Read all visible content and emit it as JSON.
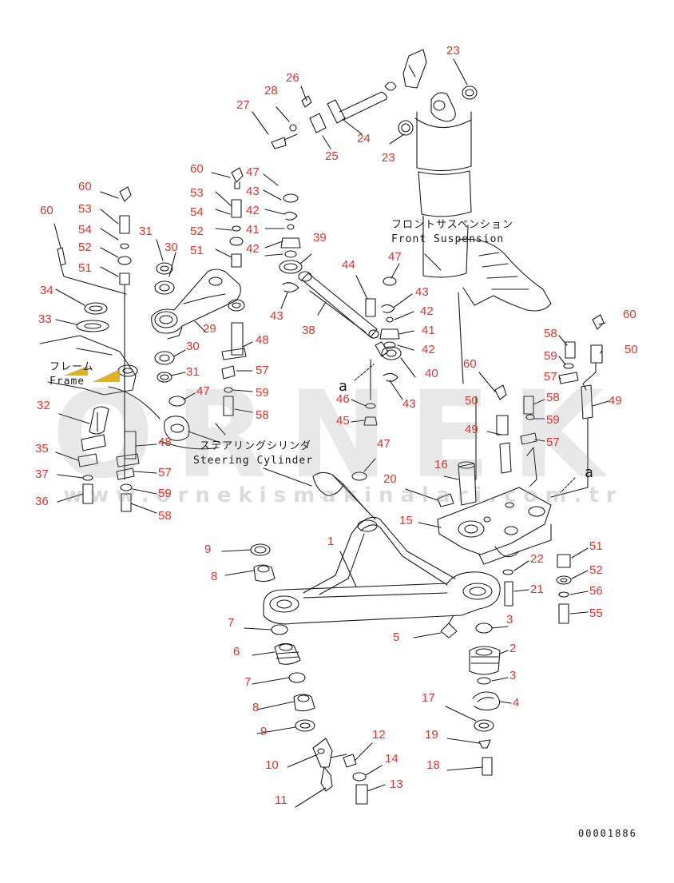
{
  "diagram": {
    "document_number": "00001886",
    "captions": {
      "front_suspension_jp": "フロントサスペンション",
      "front_suspension_en": "Front Suspension",
      "frame_jp": "フレーム",
      "frame_en": "Frame",
      "steering_cylinder_jp": "ステアリングシリンダ",
      "steering_cylinder_en": "Steering Cylinder",
      "ref_a_1": "a",
      "ref_a_2": "a"
    },
    "watermark": {
      "brand": "ORNEK",
      "url": "www.ornekismakinalari.com.tr"
    },
    "part_labels": [
      "23",
      "26",
      "28",
      "27",
      "25",
      "24",
      "23",
      "60",
      "47",
      "43",
      "42",
      "41",
      "42",
      "39",
      "53",
      "54",
      "52",
      "51",
      "60",
      "53",
      "54",
      "52",
      "51",
      "60",
      "31",
      "30",
      "34",
      "33",
      "29",
      "43",
      "38",
      "44",
      "47",
      "43",
      "42",
      "41",
      "42",
      "58",
      "59",
      "57",
      "60",
      "50",
      "30",
      "31",
      "48",
      "57",
      "59",
      "58",
      "47",
      "40",
      "43",
      "46",
      "45",
      "a",
      "32",
      "35",
      "37",
      "36",
      "48",
      "57",
      "59",
      "58",
      "60",
      "50",
      "49",
      "58",
      "59",
      "57",
      "49",
      "47",
      "16",
      "20",
      "15",
      "a",
      "9",
      "8",
      "1",
      "51",
      "52",
      "22",
      "21",
      "56",
      "55",
      "7",
      "6",
      "5",
      "3",
      "2",
      "3",
      "7",
      "8",
      "4",
      "17",
      "9",
      "10",
      "12",
      "14",
      "13",
      "11",
      "19",
      "18"
    ]
  }
}
